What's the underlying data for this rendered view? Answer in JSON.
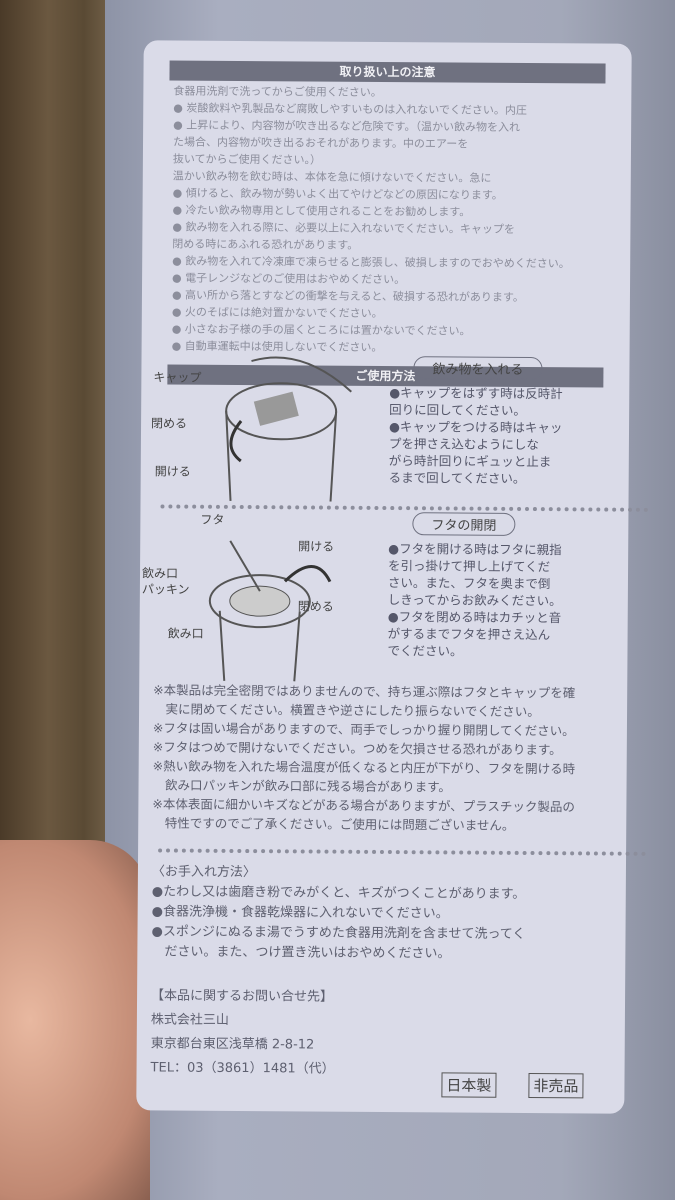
{
  "caution": {
    "title": "取り扱い上の注意",
    "lines": [
      "食器用洗剤で洗ってからご使用ください。",
      "● 炭酸飲料や乳製品など腐敗しやすいものは入れないでください。内圧",
      "● 上昇により、内容物が吹き出るなど危険です。（温かい飲み物を入れ",
      "た場合、内容物が吹き出るおそれがあります。中のエアーを",
      "抜いてからご使用ください。）",
      "温かい飲み物を飲む時は、本体を急に傾けないでください。急に",
      "● 傾けると、飲み物が勢いよく出てやけどなどの原因になります。",
      "● 冷たい飲み物専用として使用されることをお勧めします。",
      "● 飲み物を入れる際に、必要以上に入れないでください。キャップを",
      "閉める時にあふれる恐れがあります。",
      "● 飲み物を入れて冷凍庫で凍らせると膨張し、破損しますのでおやめください。",
      "● 電子レンジなどのご使用はおやめください。",
      "● 高い所から落とすなどの衝撃を与えると、破損する恐れがあります。",
      "● 火のそばには絶対置かないでください。",
      "● 小さなお子様の手の届くところには置かないでください。",
      "● 自動車運転中は使用しないでください。"
    ]
  },
  "usage": {
    "title": "ご使用方法",
    "cap": {
      "heading": "飲み物を入れる",
      "labels": [
        "キャップ",
        "閉める",
        "開ける"
      ],
      "steps": [
        "●キャップをはずす時は反時計",
        "回りに回してください。",
        "●キャップをつける時はキャッ",
        "プを押さえ込むようにしな",
        "がら時計回りにギュッと止ま",
        "るまで回してください。"
      ]
    },
    "lid": {
      "heading": "フタの開閉",
      "labels": [
        "フタ",
        "開ける",
        "閉める",
        "飲み口",
        "パッキン",
        "飲み口"
      ],
      "steps": [
        "●フタを開ける時はフタに親指",
        "を引っ掛けて押し上げてくだ",
        "さい。また、フタを奥まで倒",
        "しきってからお飲みください。",
        "●フタを閉める時はカチッと音",
        "がするまでフタを押さえ込ん",
        "でください。"
      ]
    }
  },
  "notes": [
    "※本製品は完全密閉ではありませんので、持ち運ぶ際はフタとキャップを確",
    "　実に閉めてください。横置きや逆さにしたり振らないでください。",
    "※フタは固い場合がありますので、両手でしっかり握り開閉してください。",
    "※フタはつめで開けないでください。つめを欠損させる恐れがあります。",
    "※熱い飲み物を入れた場合温度が低くなると内圧が下がり、フタを開ける時",
    "　飲み口パッキンが飲み口部に残る場合があります。",
    "※本体表面に細かいキズなどがある場合がありますが、プラスチック製品の",
    "　特性ですのでご了承ください。ご使用には問題ございません。"
  ],
  "care": {
    "title": "〈お手入れ方法〉",
    "lines": [
      "●たわし又は歯磨き粉でみがくと、キズがつくことがあります。",
      "●食器洗浄機・食器乾燥器に入れないでください。",
      "●スポンジにぬるま湯でうすめた食器用洗剤を含ませて洗ってく",
      "　ださい。また、つけ置き洗いはおやめください。"
    ]
  },
  "contact": {
    "title": "【本品に関するお問い合せ先】",
    "company": "株式会社三山",
    "address": "東京都台東区浅草橋 2-8-12",
    "tel": "TEL：03（3861）1481（代）"
  },
  "badges": [
    "日本製",
    "非売品"
  ]
}
